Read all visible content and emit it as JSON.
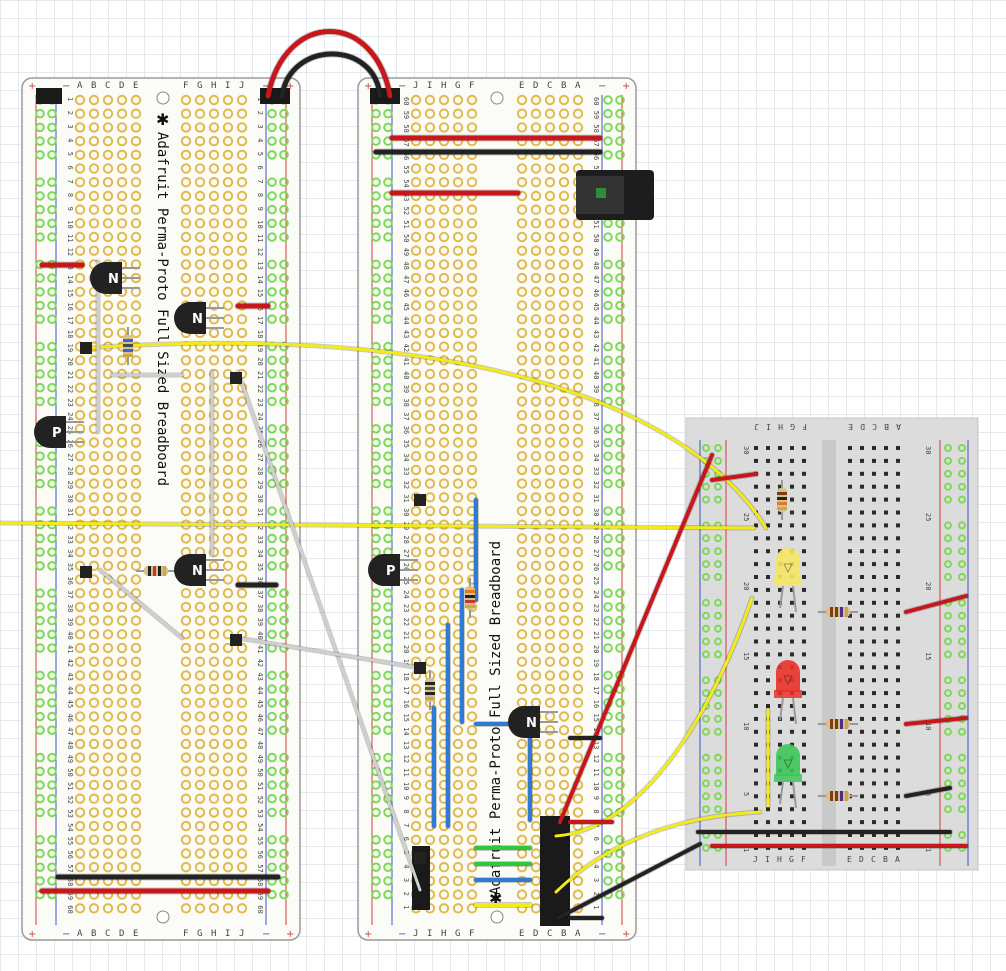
{
  "left_board": {
    "title": "Adafruit Perma-Proto Full Sized Breadboard",
    "column_letters_left": [
      "A",
      "B",
      "C",
      "D",
      "E"
    ],
    "column_letters_right": [
      "F",
      "G",
      "H",
      "I",
      "J"
    ],
    "rail_plus": "+",
    "rail_minus": "−"
  },
  "right_board": {
    "title": "Adafruit Perma-Proto Full Sized Breadboard",
    "column_letters_left": [
      "J",
      "I",
      "H",
      "G",
      "F"
    ],
    "column_letters_right": [
      "E",
      "D",
      "C",
      "B",
      "A"
    ],
    "rail_plus": "+",
    "rail_minus": "−"
  },
  "small_breadboard": {
    "letters_top_left": [
      "J",
      "I",
      "H",
      "G",
      "F"
    ],
    "letters_top_right": [
      "E",
      "D",
      "C",
      "B",
      "A"
    ],
    "row_labels": [
      "30",
      "25",
      "20",
      "15",
      "10",
      "5",
      "1"
    ]
  },
  "transistors": [
    {
      "id": "q1",
      "type": "N"
    },
    {
      "id": "q2",
      "type": "N"
    },
    {
      "id": "q3",
      "type": "P"
    },
    {
      "id": "q4",
      "type": "N"
    },
    {
      "id": "q5",
      "type": "P"
    },
    {
      "id": "q6",
      "type": "N"
    }
  ],
  "leds": [
    {
      "id": "led-yellow",
      "color": "#f5e663"
    },
    {
      "id": "led-red",
      "color": "#e8322a"
    },
    {
      "id": "led-green",
      "color": "#3ec45a"
    }
  ],
  "colors": {
    "board": "#fbfbf7",
    "board_outline": "#9a9a9a",
    "pad_gold": "#e2b94c",
    "pad_green": "#7ed957",
    "rail_red": "#d33b3b",
    "rail_blue": "#3b50c8",
    "wire_red": "#c8171b",
    "wire_black": "#222222",
    "wire_yellow": "#f3ea1a",
    "wire_blue": "#2f7bd3",
    "wire_green": "#2dc93a",
    "wire_white": "#e5e5e5",
    "breadboard_bg": "#dcdcdc"
  }
}
